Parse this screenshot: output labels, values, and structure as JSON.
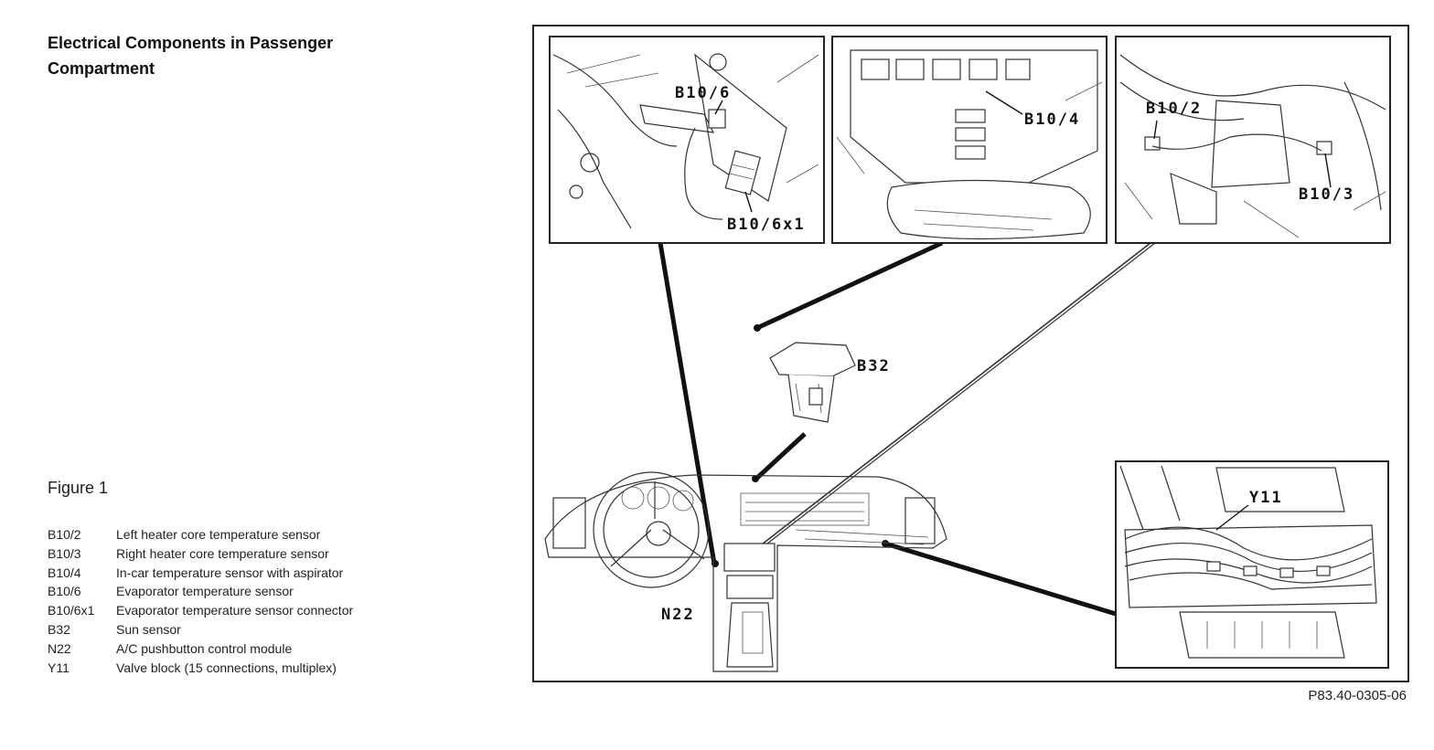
{
  "title": "Electrical Components in Passenger Compartment",
  "figure_label": "Figure 1",
  "legend": [
    {
      "code": "B10/2",
      "description": "Left heater core temperature sensor"
    },
    {
      "code": "B10/3",
      "description": "Right heater core temperature sensor"
    },
    {
      "code": "B10/4",
      "description": "In-car temperature sensor with aspirator"
    },
    {
      "code": "B10/6",
      "description": "Evaporator temperature sensor"
    },
    {
      "code": "B10/6x1",
      "description": "Evaporator temperature sensor connector"
    },
    {
      "code": "B32",
      "description": "Sun sensor"
    },
    {
      "code": "N22",
      "description": "A/C pushbutton control module"
    },
    {
      "code": "Y11",
      "description": "Valve block (15 connections, multiplex)"
    }
  ],
  "callouts": {
    "b10_6": "B10/6",
    "b10_6x1": "B10/6x1",
    "b10_4": "B10/4",
    "b10_2": "B10/2",
    "b10_3": "B10/3",
    "b32": "B32",
    "n22": "N22",
    "y11": "Y11"
  },
  "figure_reference": "P83.40-0305-06"
}
